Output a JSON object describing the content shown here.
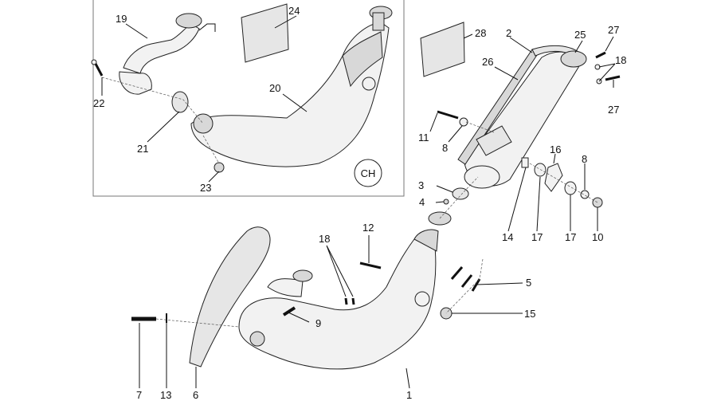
{
  "diagram": {
    "title": "",
    "inset_label": "CH",
    "callouts": {
      "c1": "1",
      "c2": "2",
      "c3": "3",
      "c4": "4",
      "c5": "5",
      "c6": "6",
      "c7": "7",
      "c8a": "8",
      "c8b": "8",
      "c9": "9",
      "c10": "10",
      "c11": "11",
      "c12": "12",
      "c13": "13",
      "c14": "14",
      "c15": "15",
      "c16": "16",
      "c17a": "17",
      "c17b": "17",
      "c18a": "18",
      "c18b": "18",
      "c19": "19",
      "c20": "20",
      "c21": "21",
      "c22": "22",
      "c23": "23",
      "c24": "24",
      "c25": "25",
      "c26": "26",
      "c27a": "27",
      "c27b": "27",
      "c28": "28"
    }
  }
}
